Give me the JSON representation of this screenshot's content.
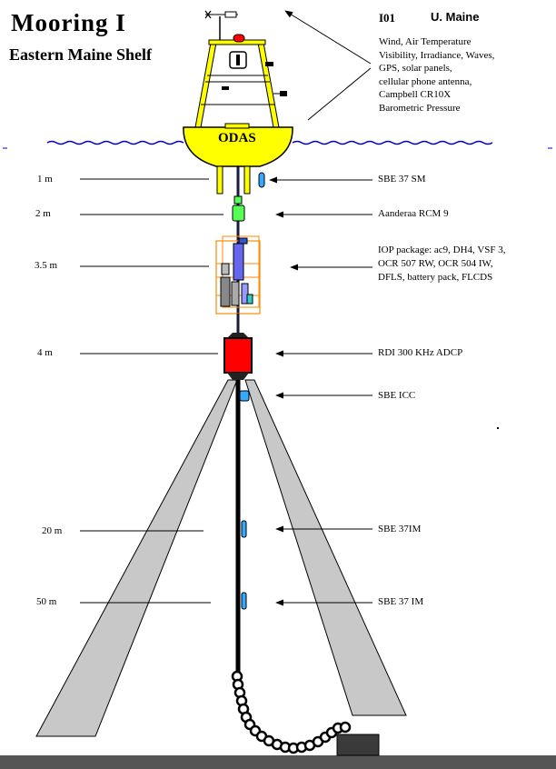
{
  "title": "Mooring I",
  "subtitle": "Eastern Maine Shelf",
  "station_id": "I01",
  "organization": "U. Maine",
  "buoy_label": "ODAS",
  "surface_sensors": [
    "Wind, Air Temperature",
    "Visibility, Irradiance, Waves,",
    "GPS, solar panels,",
    "cellular phone antenna,",
    "Campbell CR10X",
    "Barometric Pressure"
  ],
  "instruments": [
    {
      "depth": "1 m",
      "name": "SBE 37 SM"
    },
    {
      "depth": "2 m",
      "name": "Aanderaa RCM 9"
    },
    {
      "depth": "3.5 m",
      "name_lines": [
        "IOP package: ac9, DH4, VSF 3,",
        "OCR 507 RW, OCR 504 IW,",
        "DFLS, battery pack, FLCDS"
      ]
    },
    {
      "depth": "4 m",
      "name": "RDI 300 KHz ADCP"
    },
    {
      "depth": "",
      "name": "SBE ICC"
    },
    {
      "depth": "20 m",
      "name": "SBE 37IM"
    },
    {
      "depth": "50 m",
      "name": "SBE 37 IM"
    }
  ],
  "colors": {
    "buoy_hull": "#ffff00",
    "buoy_tower": "#ffff00",
    "beacon": "#ff0000",
    "adcp": "#ff0000",
    "rcm9": "#55ff55",
    "sbe": "#33aaff",
    "water": "#0000cc",
    "beam": "#c8c8c8",
    "seafloor": "#555555",
    "anchor": "#3a3a3a"
  }
}
